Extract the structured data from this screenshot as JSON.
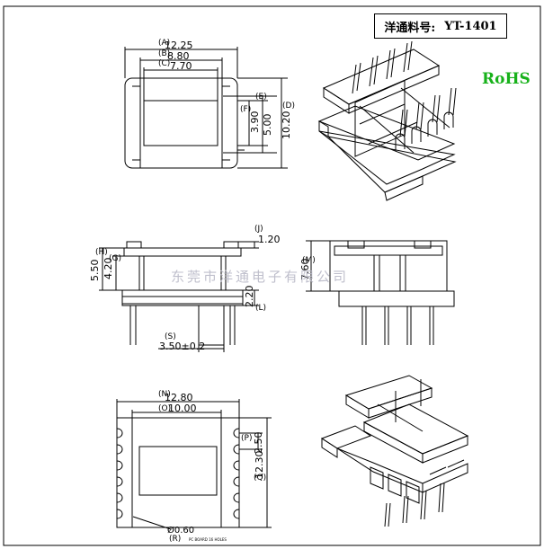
{
  "title": {
    "label": "洋通料号:",
    "part_number": "YT-1401"
  },
  "rohs": "RoHS",
  "watermark": "东莞市洋通电子有限公司",
  "colors": {
    "line": "#000000",
    "rohs": "#17b11a",
    "watermark": "#b9b9c7"
  },
  "top_view": {
    "dim_a": {
      "tag": "(A)",
      "value": "12.25"
    },
    "dim_b": {
      "tag": "(B)",
      "value": "8.80"
    },
    "dim_c": {
      "tag": "(C)",
      "value": "7.70"
    },
    "dim_f": {
      "tag": "(F)",
      "value": "3.90"
    },
    "dim_e": {
      "tag": "(E)",
      "value": "5.00"
    },
    "dim_d": {
      "tag": "(D)",
      "value": "10.20"
    }
  },
  "side_view": {
    "dim_j": {
      "tag": "(J)",
      "value": "1.20"
    },
    "dim_h": {
      "tag": "(H)",
      "value": "5.50"
    },
    "dim_g": {
      "tag": "(G)",
      "value": "4.20"
    },
    "dim_l": {
      "tag": "(L)",
      "value": "2.20"
    },
    "dim_s": {
      "tag": "(S)",
      "value": "3.50±0.2"
    }
  },
  "front_view": {
    "dim_m": {
      "tag": "(M)",
      "value": "7.60"
    }
  },
  "bottom_view": {
    "dim_n": {
      "tag": "(N)",
      "value": "12.80"
    },
    "dim_o": {
      "tag": "(O)",
      "value": "10.00"
    },
    "dim_p": {
      "tag": "(P)",
      "value": "2.50"
    },
    "dim_q": {
      "tag": "(Q)",
      "value": "12.30"
    },
    "dim_r": {
      "tag": "(R)",
      "value": "Ø0.60"
    },
    "note": "PC BOARD 16 HOLES"
  }
}
